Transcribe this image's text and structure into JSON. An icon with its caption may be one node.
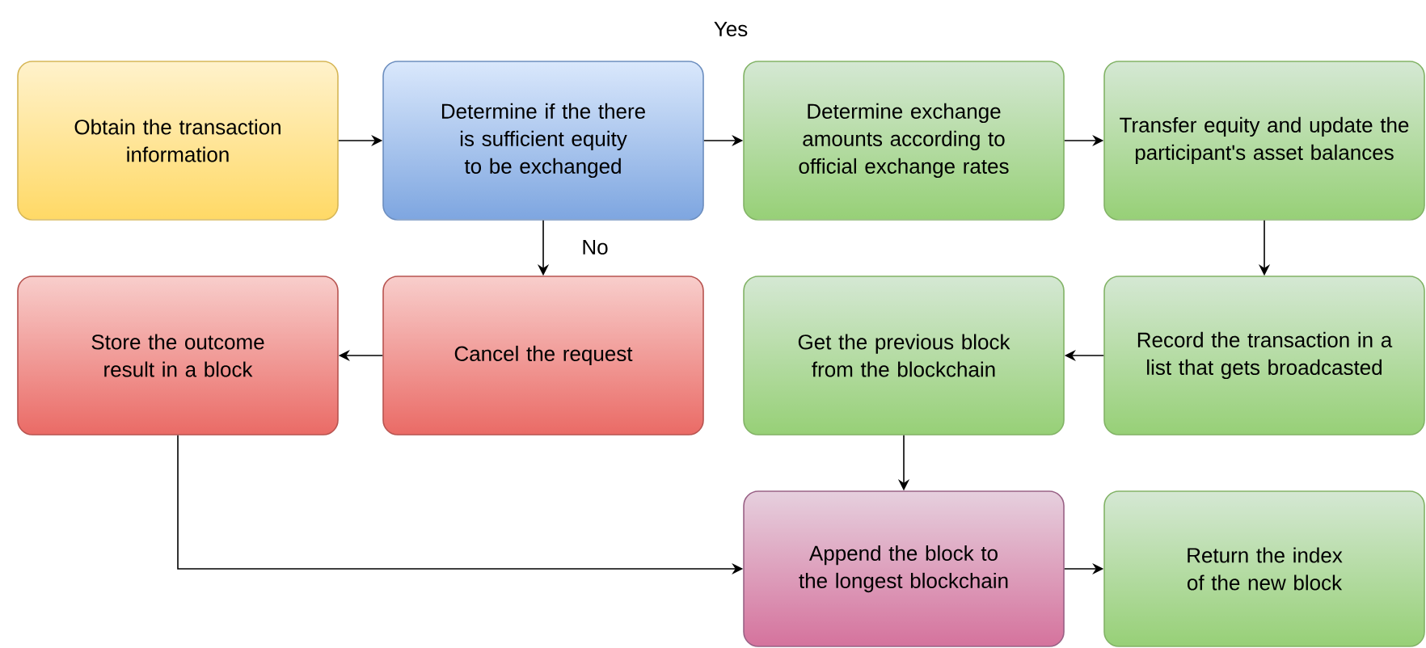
{
  "diagram": {
    "nodes": [
      {
        "text": [
          "Obtain the transaction information"
        ]
      },
      {
        "text": [
          "Determine if the there is sufficient equity to be exchanged"
        ]
      },
      {
        "text": [
          "Determine exchange amounts according to official exchange rates"
        ]
      },
      {
        "text": [
          "Transfer equity and update the participant's asset balances"
        ]
      },
      {
        "text": [
          "Store the outcome result in a block"
        ]
      },
      {
        "text": [
          "Cancel the request"
        ]
      },
      {
        "text": [
          "Get the previous block from the blockchain"
        ]
      },
      {
        "text": [
          "Record the transaction in a list that gets broadcasted"
        ]
      },
      {
        "text": [
          "Append the block to the longest blockchain"
        ]
      },
      {
        "text": [
          "Return the index of the new block"
        ]
      }
    ],
    "edges": [
      {
        "from": 0,
        "to": 1,
        "arrow": "to"
      },
      {
        "from": 1,
        "to": 2,
        "arrow": "to",
        "label": "Yes"
      },
      {
        "from": 2,
        "to": 3,
        "arrow": "to"
      },
      {
        "from": 1,
        "to": 5,
        "arrow": "to",
        "label": "No"
      },
      {
        "from": 3,
        "to": 7,
        "arrow": "to"
      },
      {
        "from": 5,
        "to": 4,
        "arrow": "to"
      },
      {
        "from": 7,
        "to": 6,
        "arrow": "to"
      },
      {
        "from": 6,
        "to": 8,
        "arrow": "to"
      },
      {
        "from": 4,
        "to": 8,
        "arrow": "to"
      },
      {
        "from": 8,
        "to": 9,
        "arrow": "to"
      }
    ]
  }
}
